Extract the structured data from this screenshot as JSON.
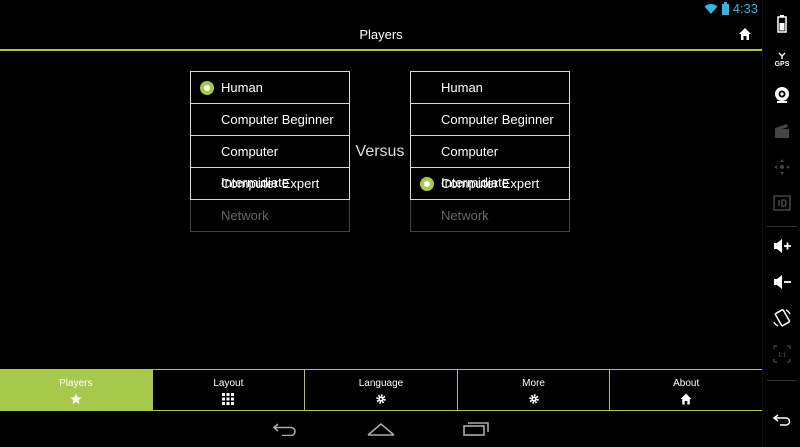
{
  "status": {
    "time": "4:33"
  },
  "header": {
    "title": "Players"
  },
  "left_list": {
    "options": [
      "Human",
      "Computer Beginner",
      "Computer Intermidiate",
      "Computer Expert",
      "Network"
    ],
    "selected": "Human"
  },
  "versus": "Versus",
  "right_list": {
    "options": [
      "Human",
      "Computer Beginner",
      "Computer Intermidiate",
      "Computer Expert",
      "Network"
    ],
    "selected": "Computer Expert"
  },
  "tabs": [
    {
      "label": "Players",
      "icon": "star-icon"
    },
    {
      "label": "Layout",
      "icon": "grid-icon"
    },
    {
      "label": "Language",
      "icon": "gear-icon"
    },
    {
      "label": "More",
      "icon": "gear-icon"
    },
    {
      "label": "About",
      "icon": "home-icon"
    }
  ],
  "sidebar": {
    "gps_label": "GPS",
    "scale_label": "1:1"
  },
  "colors": {
    "accent": "#a6c94c",
    "status_time": "#33b5e5"
  }
}
